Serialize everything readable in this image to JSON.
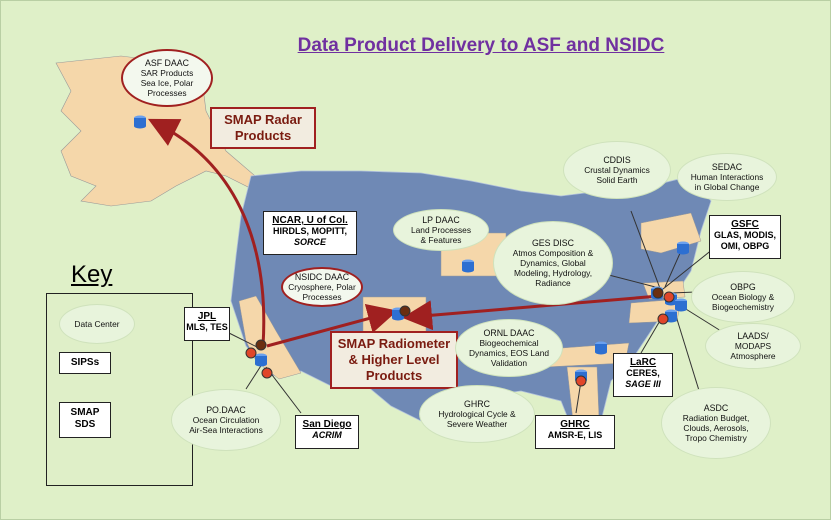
{
  "title": "Data Product Delivery to ASF and NSIDC",
  "key": {
    "title": "Key",
    "data_center": "Data Center",
    "sipss": "SIPSs",
    "sds_line1": "SMAP",
    "sds_line2": "SDS"
  },
  "callouts": {
    "radar_line1": "SMAP Radar",
    "radar_line2": "Products",
    "radiometer_line1": "SMAP Radiometer",
    "radiometer_line2": "& Higher Level",
    "radiometer_line3": "Products"
  },
  "centers": {
    "asf": {
      "name": "ASF DAAC",
      "l1": "SAR Products",
      "l2": "Sea Ice, Polar",
      "l3": "Processes"
    },
    "nsidc": {
      "name": "NSIDC DAAC",
      "l1": "Cryosphere, Polar",
      "l2": "Processes"
    },
    "lp": {
      "name": "LP DAAC",
      "l1": "Land Processes",
      "l2": "& Features"
    },
    "cddis": {
      "name": "CDDIS",
      "l1": "Crustal Dynamics",
      "l2": "Solid Earth"
    },
    "sedac": {
      "name": "SEDAC",
      "l1": "Human Interactions",
      "l2": "in Global Change"
    },
    "ges": {
      "name": "GES DISC",
      "l1": "Atmos Composition &",
      "l2": "Dynamics, Global",
      "l3": "Modeling, Hydrology,",
      "l4": "Radiance"
    },
    "obpg": {
      "name": "OBPG",
      "l1": "Ocean Biology &",
      "l2": "Biogeochemistry"
    },
    "laads": {
      "name": "LAADS/",
      "l1": "MODAPS",
      "l2": "Atmosphere"
    },
    "ornl": {
      "name": "ORNL DAAC",
      "l1": "Biogeochemical",
      "l2": "Dynamics, EOS Land",
      "l3": "Validation"
    },
    "ghrc": {
      "name": "GHRC",
      "l1": "Hydrological Cycle &",
      "l2": "Severe Weather"
    },
    "podaac": {
      "name": "PO.DAAC",
      "l1": "Ocean Circulation",
      "l2": "Air-Sea Interactions"
    },
    "asdc": {
      "name": "ASDC",
      "l1": "Radiation Budget,",
      "l2": "Clouds, Aerosols,",
      "l3": "Tropo Chemistry"
    }
  },
  "sips": {
    "ncar": {
      "name": "NCAR, U of Col.",
      "l1": "HIRDLS, MOPITT,",
      "l2": "SORCE"
    },
    "jpl": {
      "name": "JPL",
      "l1": "MLS, TES"
    },
    "sandiego": {
      "name": "San Diego",
      "l1": "ACRIM"
    },
    "gsfc": {
      "name": "GSFC",
      "l1": "GLAS, MODIS,",
      "l2": "OMI, OBPG"
    },
    "larc": {
      "name": "LaRC",
      "l1": "CERES,",
      "l2": "SAGE III"
    },
    "ghrc_sips": {
      "name": "GHRC",
      "l1": "AMSR-E, LIS"
    }
  },
  "colors": {
    "title": "#7030a0",
    "arrow": "#a02020",
    "map": "#6f89b5",
    "highlight": "#f5d7aa",
    "db": "#2d6fd1",
    "sips": "#e0462a",
    "sds": "#6b2e10"
  }
}
